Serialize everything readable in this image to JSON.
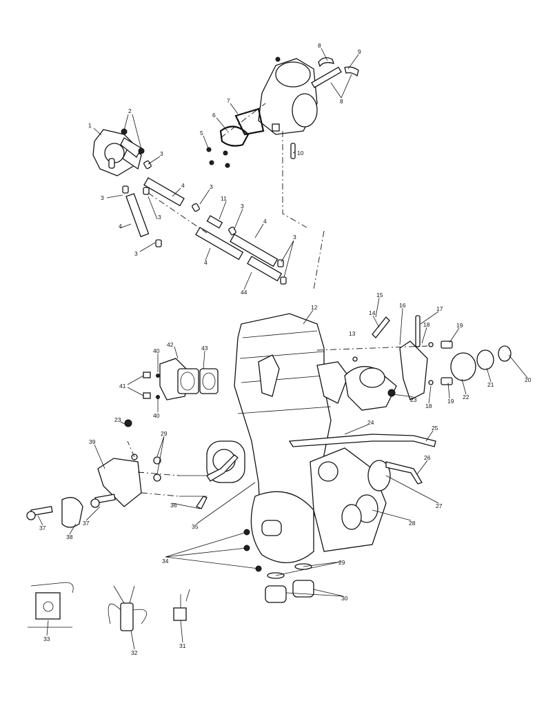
{
  "diagram": {
    "type": "exploded parts diagram",
    "callouts": [
      "1",
      "2",
      "3",
      "4",
      "3",
      "3",
      "3",
      "4",
      "3",
      "11",
      "3",
      "4",
      "4",
      "3",
      "44",
      "5",
      "6",
      "7",
      "8",
      "9",
      "8",
      "10",
      "12",
      "15",
      "14",
      "16",
      "17",
      "13",
      "18",
      "19",
      "42",
      "43",
      "40",
      "41",
      "40",
      "20",
      "21",
      "22",
      "19",
      "18",
      "23",
      "24",
      "25",
      "23",
      "29",
      "39",
      "26",
      "36",
      "35",
      "27",
      "28",
      "37",
      "37",
      "38",
      "34",
      "29",
      "30",
      "33",
      "32",
      "31"
    ],
    "ink_color": "#111111",
    "background": "#ffffff"
  }
}
